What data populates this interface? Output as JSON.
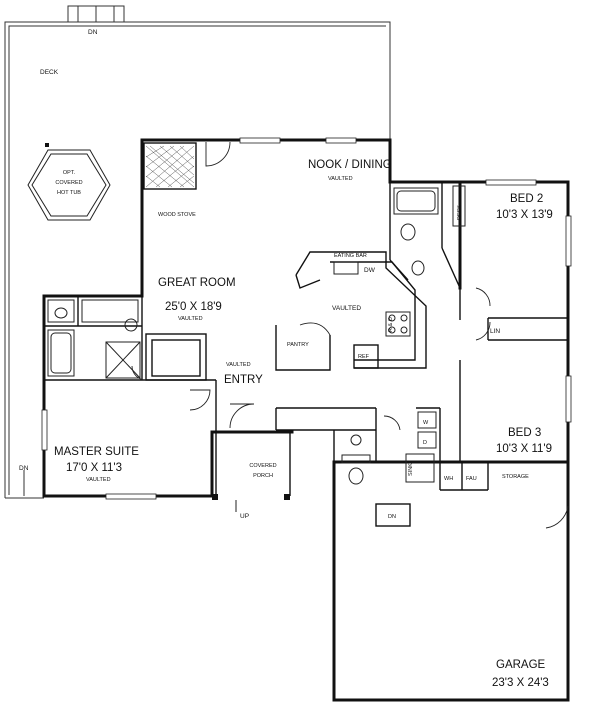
{
  "labels": {
    "deck": "DECK",
    "deck_dn_top": "DN",
    "deck_dn_left": "DN",
    "hot_tub": [
      "OPT.",
      "COVERED",
      "HOT TUB"
    ],
    "wood_stove": "WOOD STOVE",
    "nook_dining": "NOOK / DINING",
    "nook_vaulted": "VAULTED",
    "great_room": "GREAT ROOM",
    "great_room_size": "25'0 X 18'9",
    "great_room_vaulted": "VAULTED",
    "eating_bar": "EATING BAR",
    "dw": "DW",
    "kitchen_vaulted": "VAULTED",
    "pantry": "PANTRY",
    "ref": "REF",
    "range_oven": "R & O",
    "bed2": "BED 2",
    "bed2_size": "10'3 X 13'9",
    "desk": "DESK",
    "lin": "LIN",
    "entry_vaulted": "VAULTED",
    "entry": "ENTRY",
    "master": "MASTER SUITE",
    "master_size": "17'0 X 11'3",
    "master_vaulted": "VAULTED",
    "covered_porch": [
      "COVERED",
      "PORCH"
    ],
    "porch_up": "UP",
    "bed3": "BED 3",
    "bed3_size": "10'3 X 11'9",
    "w": "W",
    "d": "D",
    "sink": "SINK",
    "wh": "WH",
    "fau": "FAU",
    "storage": "STORAGE",
    "garage_dn": "DN",
    "garage": "GARAGE",
    "garage_size": "23'3 X 24'3"
  }
}
